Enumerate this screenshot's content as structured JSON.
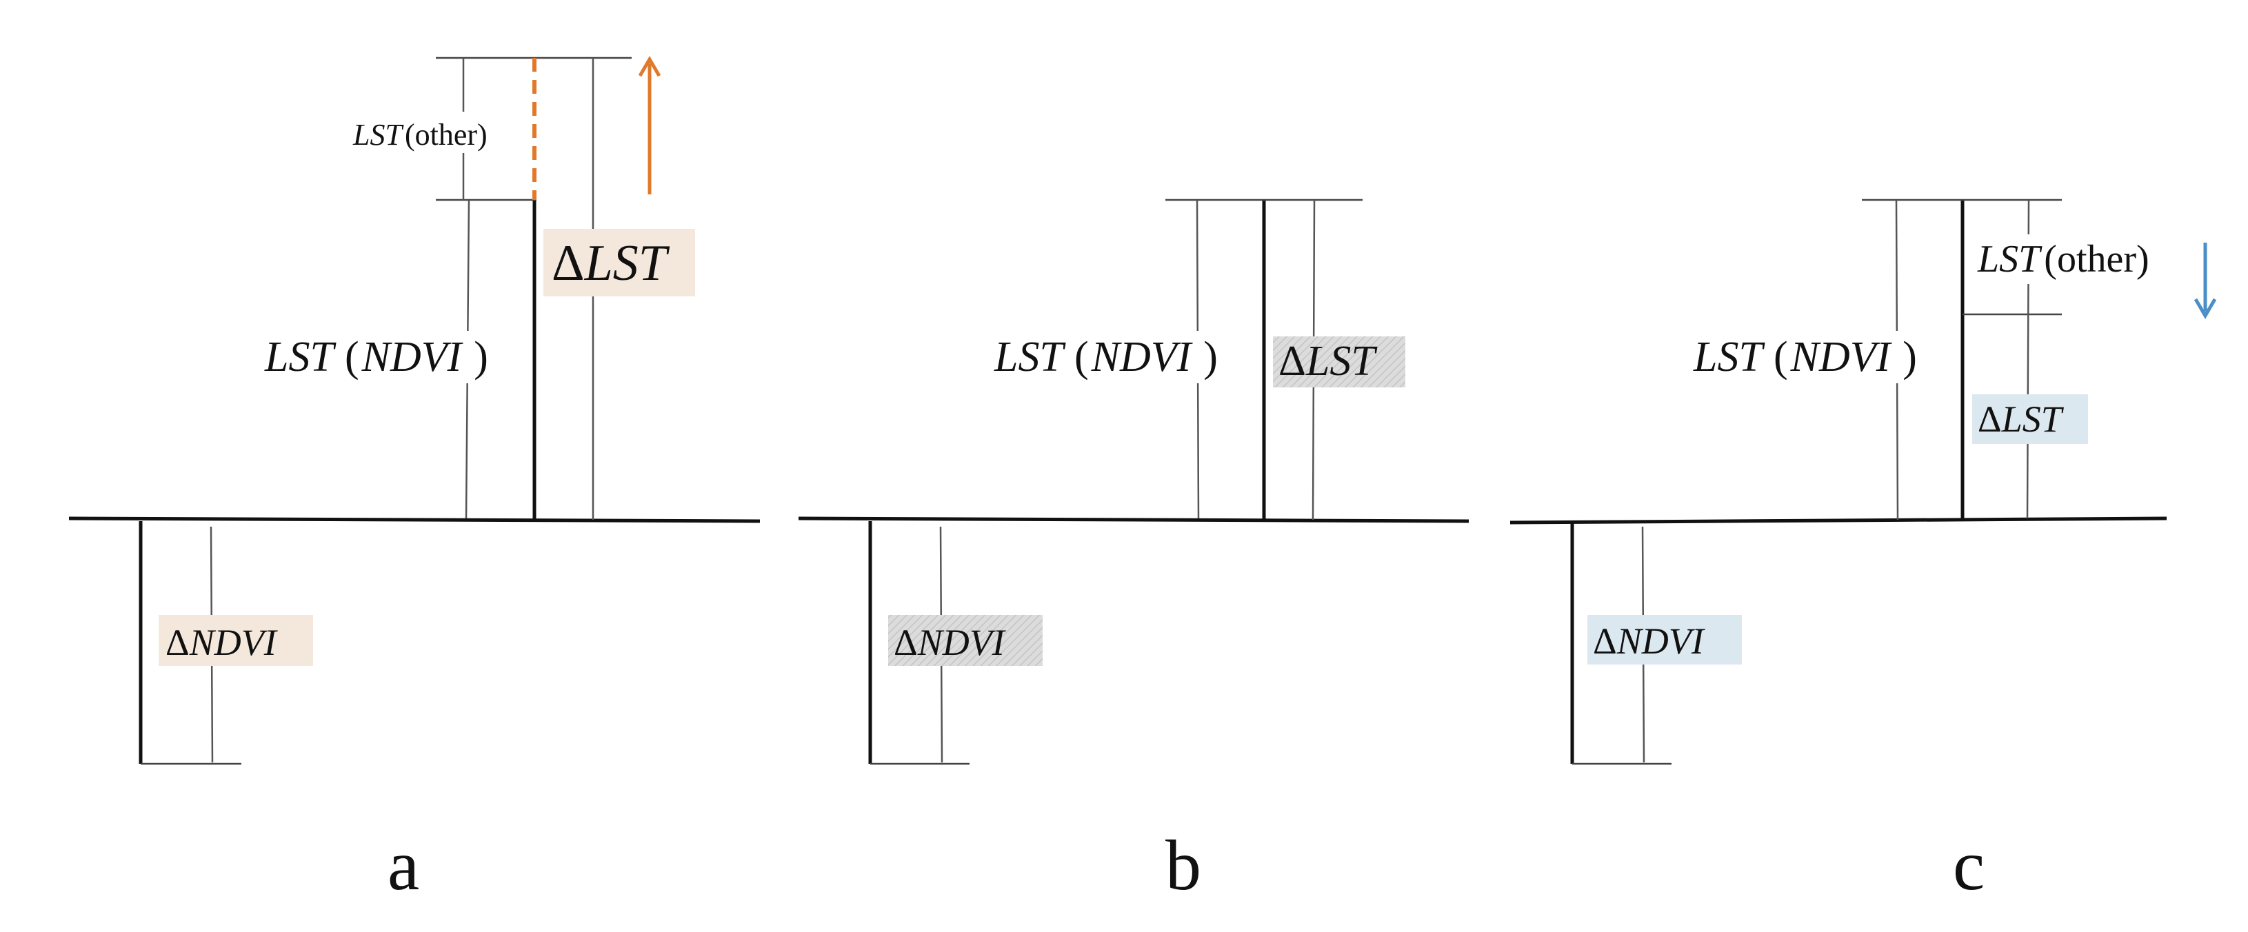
{
  "colors": {
    "ink": "#111111",
    "thin_line": "#555555",
    "warm_box": "#f4e8dc",
    "gray_box": "#dcdcdc",
    "blue_box": "#dce8f0",
    "orange": "#e07a2a",
    "blue": "#4a8fc8"
  },
  "icons": {
    "increase": "arrow-up-icon",
    "decrease": "arrow-down-icon"
  },
  "panels": {
    "a": {
      "letter": "a",
      "lst_other": {
        "sym": "LST",
        "txt": "(other)"
      },
      "lst_ndvi": {
        "sym": "LST",
        "open": "(",
        "arg": "NDVI",
        "close": ")"
      },
      "delta_lst": {
        "delta": "Δ",
        "sym": "LST"
      },
      "delta_ndvi": {
        "delta": "Δ",
        "sym": "NDVI"
      }
    },
    "b": {
      "letter": "b",
      "lst_ndvi": {
        "sym": "LST",
        "open": "(",
        "arg": "NDVI",
        "close": ")"
      },
      "delta_lst": {
        "delta": "Δ",
        "sym": "LST"
      },
      "delta_ndvi": {
        "delta": "Δ",
        "sym": "NDVI"
      }
    },
    "c": {
      "letter": "c",
      "lst_other": {
        "sym": "LST",
        "txt": "(other)"
      },
      "lst_ndvi": {
        "sym": "LST",
        "open": "(",
        "arg": "NDVI",
        "close": ")"
      },
      "delta_lst": {
        "delta": "Δ",
        "sym": "LST"
      },
      "delta_ndvi": {
        "delta": "Δ",
        "sym": "NDVI"
      }
    }
  }
}
